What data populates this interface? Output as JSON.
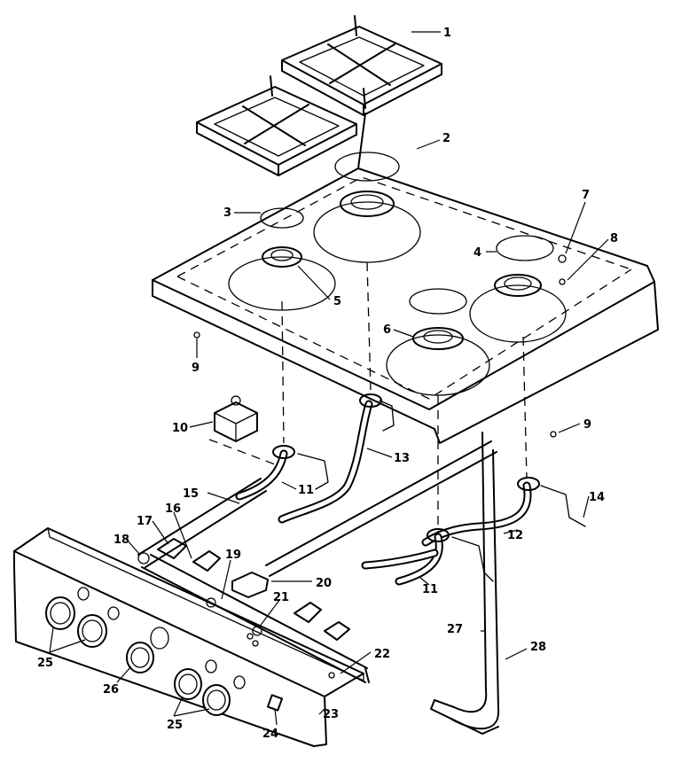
{
  "callouts": [
    {
      "id": "c1",
      "text": "1"
    },
    {
      "id": "c2",
      "text": "2"
    },
    {
      "id": "c3",
      "text": "3"
    },
    {
      "id": "c4",
      "text": "4"
    },
    {
      "id": "c5",
      "text": "5"
    },
    {
      "id": "c6",
      "text": "6"
    },
    {
      "id": "c7",
      "text": "7"
    },
    {
      "id": "c8",
      "text": "8"
    },
    {
      "id": "c9a",
      "text": "9"
    },
    {
      "id": "c9b",
      "text": "9"
    },
    {
      "id": "c10",
      "text": "10"
    },
    {
      "id": "c11a",
      "text": "11"
    },
    {
      "id": "c11b",
      "text": "11"
    },
    {
      "id": "c12",
      "text": "12"
    },
    {
      "id": "c13",
      "text": "13"
    },
    {
      "id": "c14",
      "text": "14"
    },
    {
      "id": "c15",
      "text": "15"
    },
    {
      "id": "c16",
      "text": "16"
    },
    {
      "id": "c17",
      "text": "17"
    },
    {
      "id": "c18",
      "text": "18"
    },
    {
      "id": "c19",
      "text": "19"
    },
    {
      "id": "c20",
      "text": "20"
    },
    {
      "id": "c21",
      "text": "21"
    },
    {
      "id": "c22",
      "text": "22"
    },
    {
      "id": "c23",
      "text": "23"
    },
    {
      "id": "c24",
      "text": "24"
    },
    {
      "id": "c25a",
      "text": "25"
    },
    {
      "id": "c25b",
      "text": "25"
    },
    {
      "id": "c26",
      "text": "26"
    },
    {
      "id": "c27",
      "text": "27"
    },
    {
      "id": "c28",
      "text": "28"
    }
  ]
}
